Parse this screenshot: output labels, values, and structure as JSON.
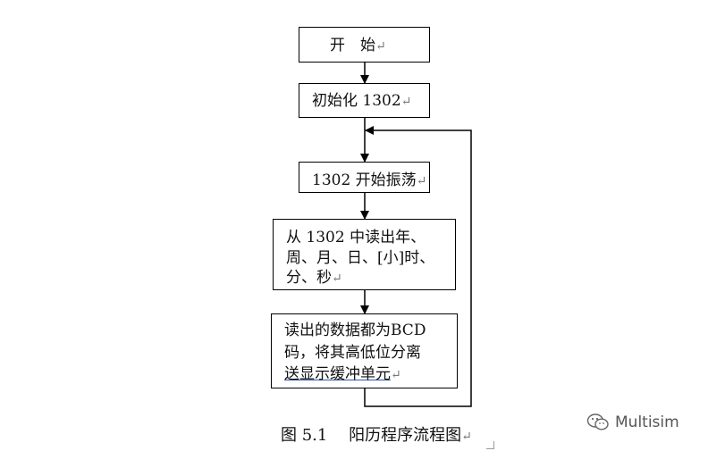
{
  "flowchart": {
    "start": "开　始",
    "init": "初始化 1302",
    "oscillate": "1302 开始振荡",
    "read_lines": [
      "从  1302  中读出年、",
      "周、月、日、[小]时、",
      "分、秒"
    ],
    "convert_lines": [
      "读出的数据都为BCD",
      "码，将其高低位分离",
      "送显示缓冲单元"
    ]
  },
  "caption": "图 5.1　 阳历程序流程图",
  "return_mark": "↵",
  "watermark": {
    "text": "Multisim",
    "icon": "wechat-icon"
  }
}
